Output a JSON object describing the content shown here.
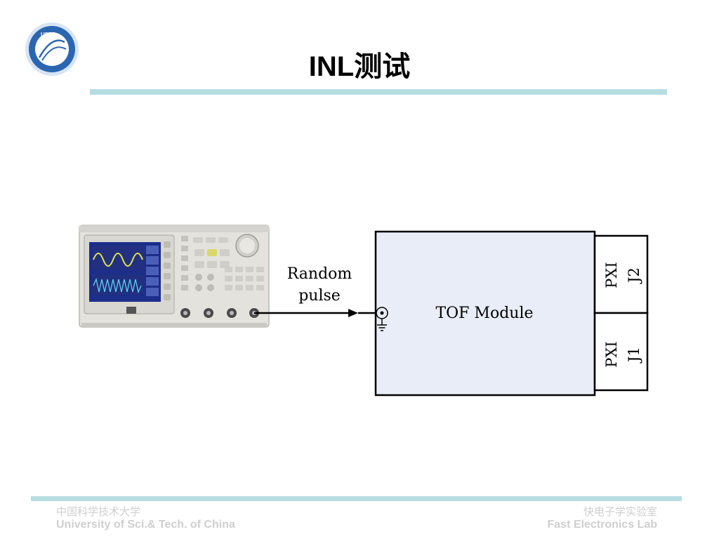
{
  "slide": {
    "title": "INL测试",
    "logo_text": "USTC",
    "footer_left_cn": "中国科学技术大学",
    "footer_left_en": "University of Sci.& Tech. of China",
    "footer_right_cn": "快电子学实验室",
    "footer_right_en": "Fast Electronics Lab"
  },
  "diagram": {
    "signal_label_line1": "Random",
    "signal_label_line2": "pulse",
    "module_label": "TOF Module",
    "connector_top_line1": "PXI",
    "connector_top_line2": "J2",
    "connector_bottom_line1": "PXI",
    "connector_bottom_line2": "J1"
  },
  "colors": {
    "accent_rule": "#b7dde3",
    "module_fill": "#e8edf8",
    "logo_blue": "#1f5aa6",
    "footer_text": "#cfcfcf"
  }
}
